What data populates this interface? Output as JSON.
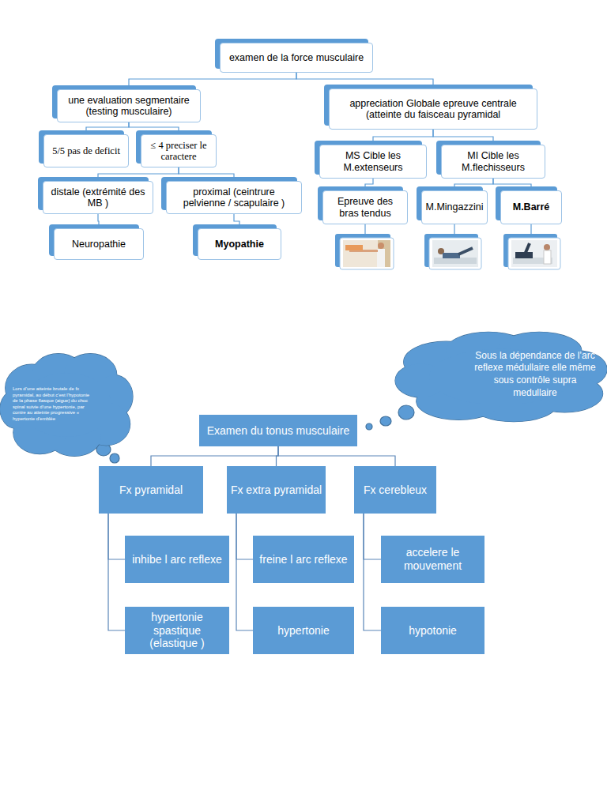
{
  "diagram": {
    "nodes": [
      {
        "text": [
          "examen de la force musculaire"
        ]
      },
      {
        "text": [
          "une evaluation segmentaire (testing musculaire)"
        ]
      },
      {
        "text": [
          "appreciation Globale epreuve centrale (atteinte du faisceau pyramidal"
        ]
      },
      {
        "text": [
          "5/5 pas de deficit"
        ]
      },
      {
        "text": [
          "≤ 4 preciser le caractere"
        ]
      },
      {
        "text": [
          "distale (extrémité des MB )"
        ]
      },
      {
        "text": [
          "proximal (ceintrure pelvienne / scapulaire )"
        ]
      },
      {
        "text": [
          "Neuropathie"
        ]
      },
      {
        "text": [
          "Myopathie"
        ]
      },
      {
        "text": [
          "MS Cible les M.extenseurs"
        ]
      },
      {
        "text": [
          "MI Cible les M.flechisseurs"
        ]
      },
      {
        "text": [
          "Epreuve des bras tendus"
        ]
      },
      {
        "text": [
          "M.Mingazzini"
        ]
      },
      {
        "text": [
          "M.Barré"
        ]
      },
      {
        "text": [
          "Sous la dépendance de l’arc reflexe médullaire elle même sous contrôle supra medullaire"
        ]
      },
      {
        "text": [
          "Lors d’une atteinte brutale de fx pyramidal, au début c’est l’hypotonie de la phase flasque (aigue) du choc spinal suivie d’une hypertonie, par contre au atteinte progressive « hypertonie d’emblée"
        ]
      },
      {
        "text": [
          "Examen du tonus musculaire"
        ]
      },
      {
        "text": [
          "Fx pyramidal"
        ]
      },
      {
        "text": [
          "Fx extra pyramidal"
        ]
      },
      {
        "text": [
          "Fx cerebleux"
        ]
      },
      {
        "text": [
          "inhibe l arc reflexe"
        ]
      },
      {
        "text": [
          "hypertonie spastique (elastique )"
        ]
      },
      {
        "text": [
          "freine l arc reflexe"
        ]
      },
      {
        "text": [
          "hypertonie"
        ]
      },
      {
        "text": [
          "accelere le mouvement"
        ]
      },
      {
        "text": [
          "hypotonie"
        ]
      }
    ],
    "edges": [
      {
        "from": 0,
        "to": 1,
        "arrow": "none"
      },
      {
        "from": 0,
        "to": 2,
        "arrow": "none"
      },
      {
        "from": 1,
        "to": 3,
        "arrow": "none"
      },
      {
        "from": 1,
        "to": 4,
        "arrow": "none"
      },
      {
        "from": 4,
        "to": 5,
        "arrow": "none"
      },
      {
        "from": 4,
        "to": 6,
        "arrow": "none"
      },
      {
        "from": 5,
        "to": 7,
        "arrow": "none"
      },
      {
        "from": 6,
        "to": 8,
        "arrow": "none"
      },
      {
        "from": 2,
        "to": 9,
        "arrow": "none"
      },
      {
        "from": 2,
        "to": 10,
        "arrow": "none"
      },
      {
        "from": 9,
        "to": 11,
        "arrow": "none"
      },
      {
        "from": 10,
        "to": 12,
        "arrow": "none"
      },
      {
        "from": 10,
        "to": 13,
        "arrow": "none"
      },
      {
        "from": 16,
        "to": 17,
        "arrow": "none"
      },
      {
        "from": 16,
        "to": 18,
        "arrow": "none"
      },
      {
        "from": 16,
        "to": 19,
        "arrow": "none"
      },
      {
        "from": 17,
        "to": 20,
        "arrow": "none"
      },
      {
        "from": 17,
        "to": 21,
        "arrow": "none"
      },
      {
        "from": 18,
        "to": 22,
        "arrow": "none"
      },
      {
        "from": 18,
        "to": 23,
        "arrow": "none"
      },
      {
        "from": 19,
        "to": 24,
        "arrow": "none"
      },
      {
        "from": 19,
        "to": 25,
        "arrow": "none"
      }
    ]
  }
}
